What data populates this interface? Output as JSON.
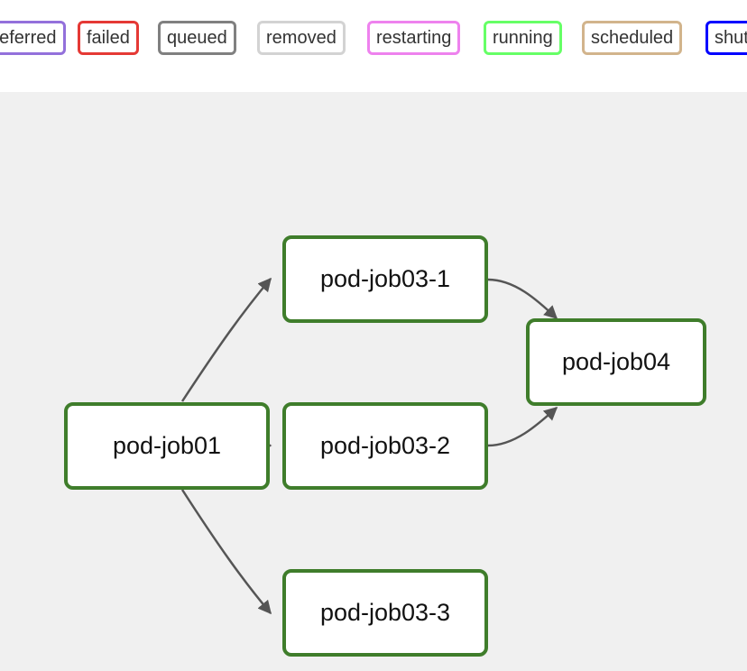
{
  "legend": {
    "states": [
      {
        "label": "deferred",
        "color": "#9370db"
      },
      {
        "label": "failed",
        "color": "#e53935"
      },
      {
        "label": "queued",
        "color": "#808080"
      },
      {
        "label": "removed",
        "color": "#d3d3d3"
      },
      {
        "label": "restarting",
        "color": "#ee82ee"
      },
      {
        "label": "running",
        "color": "#66ff66"
      },
      {
        "label": "scheduled",
        "color": "#d2b48c"
      },
      {
        "label": "shutdown",
        "color": "#0000ff"
      }
    ]
  },
  "graph": {
    "node_border_color": "#3f7d2b",
    "edge_color": "#555555",
    "nodes": [
      {
        "id": "pod-job01",
        "label": "pod-job01"
      },
      {
        "id": "pod-job03-1",
        "label": "pod-job03-1"
      },
      {
        "id": "pod-job03-2",
        "label": "pod-job03-2"
      },
      {
        "id": "pod-job03-3",
        "label": "pod-job03-3"
      },
      {
        "id": "pod-job04",
        "label": "pod-job04"
      }
    ],
    "edges": [
      {
        "from": "pod-job01",
        "to": "pod-job03-1"
      },
      {
        "from": "pod-job01",
        "to": "pod-job03-2"
      },
      {
        "from": "pod-job01",
        "to": "pod-job03-3"
      },
      {
        "from": "pod-job03-1",
        "to": "pod-job04"
      },
      {
        "from": "pod-job03-2",
        "to": "pod-job04"
      }
    ]
  }
}
